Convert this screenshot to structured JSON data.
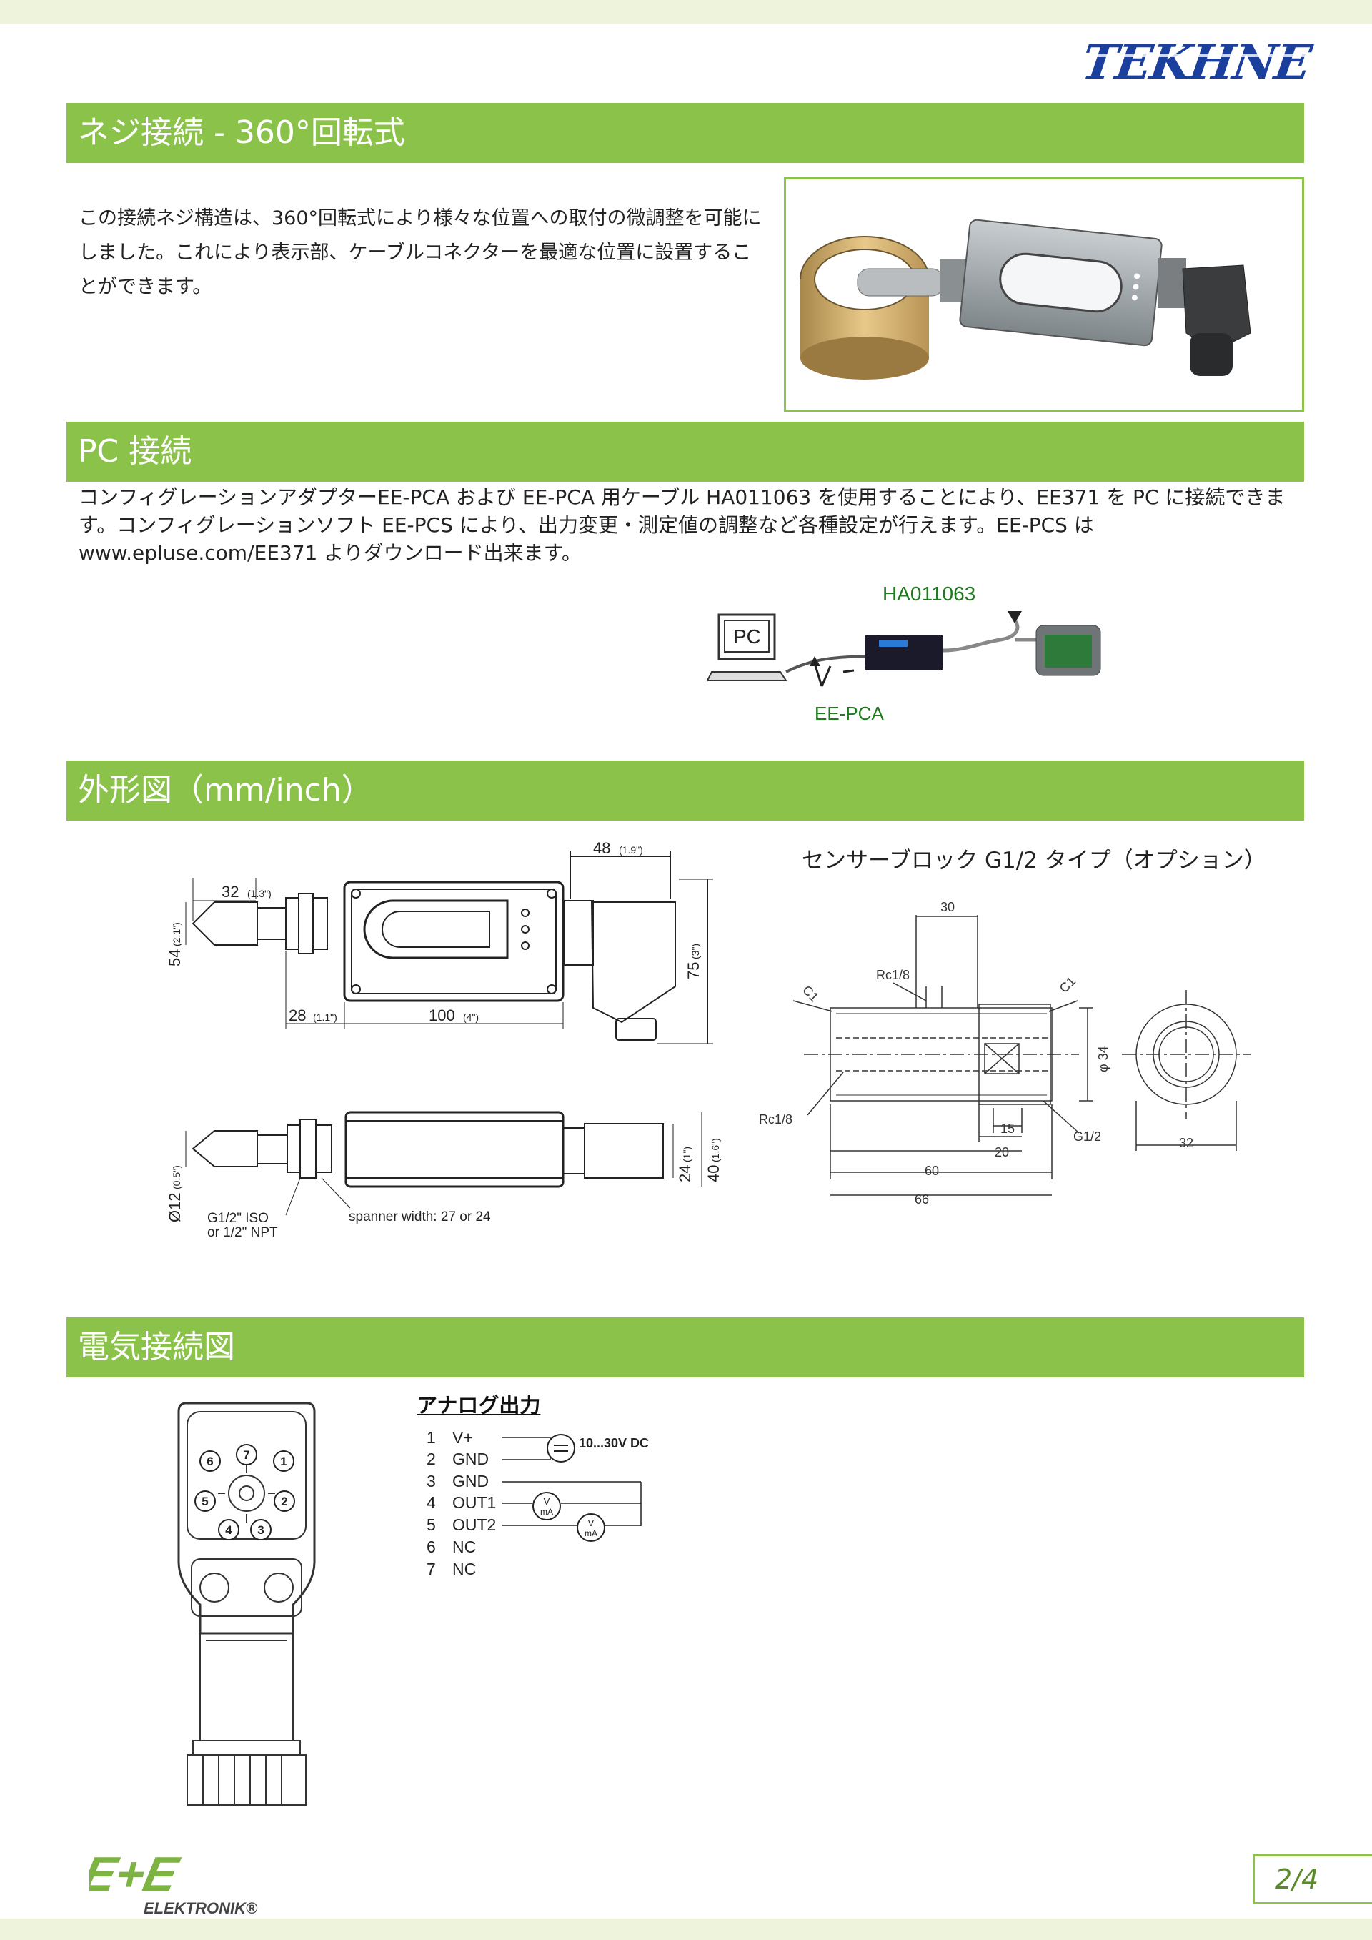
{
  "brand": {
    "logo": "TEKHNE"
  },
  "sections": {
    "thread": {
      "title": "ネジ接続 - 360°回転式",
      "text": "この接続ネジ構造は、360°回転式により様々な位置への取付の微調整を可能にしました。これにより表示部、ケーブルコネクターを最適な位置に設置することができます。"
    },
    "pc": {
      "title": "PC 接続",
      "text": "コンフィグレーションアダプターEE-PCA および EE-PCA 用ケーブル HA011063 を使用することにより、EE371 を PC に接続できます。コンフィグレーションソフト EE-PCS により、出力変更・測定値の調整など各種設定が行えます。EE-PCS は www.epluse.com/EE371 よりダウンロード出来ます。",
      "pc_label": "PC",
      "cable_label": "HA011063",
      "adapter_label": "EE-PCA"
    },
    "dims": {
      "title": "外形図（mm/inch）",
      "dim_48": "48",
      "dim_48_in": "(1.9\")",
      "dim_32": "32",
      "dim_32_in": "(1.3\")",
      "dim_54": "54",
      "dim_54_in": "(2.1\")",
      "dim_75": "75",
      "dim_75_in": "(3\")",
      "dim_28": "28",
      "dim_28_in": "(1.1\")",
      "dim_100": "100",
      "dim_100_in": "(4\")",
      "dim_12": "Ø12",
      "dim_12_in": "(0.5\")",
      "dim_24": "24",
      "dim_24_in": "(1\")",
      "dim_40": "40",
      "dim_40_in": "(1.6\")",
      "thread_note_1": "G1/2\" ISO",
      "thread_note_2": "or 1/2\" NPT",
      "spanner_note": "spanner width: 27 or 24",
      "block_title": "センサーブロック G1/2 タイプ（オプション）",
      "b_30": "30",
      "b_rc_top": "Rc1/8",
      "b_c1_left": "C1",
      "b_c1_right": "C1",
      "b_phi34": "φ 34",
      "b_rc_bottom": "Rc1/8",
      "b_15": "15",
      "b_20": "20",
      "b_g12": "G1/2",
      "b_60": "60",
      "b_66": "66",
      "b_32": "32"
    },
    "wiring": {
      "title": "電気接続図",
      "subtitle": "アナログ出力",
      "pins": [
        {
          "n": "1",
          "label": "V+"
        },
        {
          "n": "2",
          "label": "GND"
        },
        {
          "n": "3",
          "label": "GND"
        },
        {
          "n": "4",
          "label": "OUT1"
        },
        {
          "n": "5",
          "label": "OUT2"
        },
        {
          "n": "6",
          "label": "NC"
        },
        {
          "n": "7",
          "label": "NC"
        }
      ],
      "supply": "10...30V DC",
      "meter_v": "V",
      "meter_ma": "mA",
      "connector_pins": [
        "1",
        "2",
        "3",
        "4",
        "5",
        "6",
        "7"
      ]
    }
  },
  "footer": {
    "brand_main": "E+E",
    "brand_sub": "ELEKTRONIK®",
    "page": "2/4"
  },
  "colors": {
    "accent": "#8bc34a",
    "brand_blue": "#1a3f9c"
  }
}
